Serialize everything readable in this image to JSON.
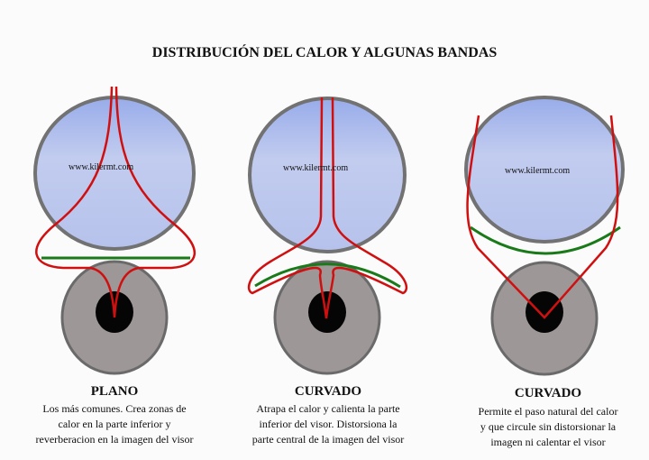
{
  "title": "DISTRIBUCIÓN DEL CALOR Y ALGUNAS BANDAS",
  "watermark": "www.kilermt.com",
  "colors": {
    "lens": "#aebde9",
    "rim": "#727272",
    "eye": "#9d9797",
    "pupil": "#050505",
    "heat": "#d01010",
    "band": "#1a7a1a"
  },
  "panels": [
    {
      "label": "PLANO",
      "lines": [
        "Los más comunes. Crea zonas de",
        "calor en la parte inferior y",
        "reverberacion en la imagen del visor"
      ]
    },
    {
      "label": "CURVADO",
      "lines": [
        "Atrapa el calor y calienta la parte",
        "inferior del visor. Distorsiona la",
        "parte central de la imagen del visor"
      ]
    },
    {
      "label": "CURVADO",
      "lines": [
        "Permite el paso natural del calor",
        "y que circule sin distorsionar la",
        "imagen ni calentar el visor"
      ]
    }
  ]
}
